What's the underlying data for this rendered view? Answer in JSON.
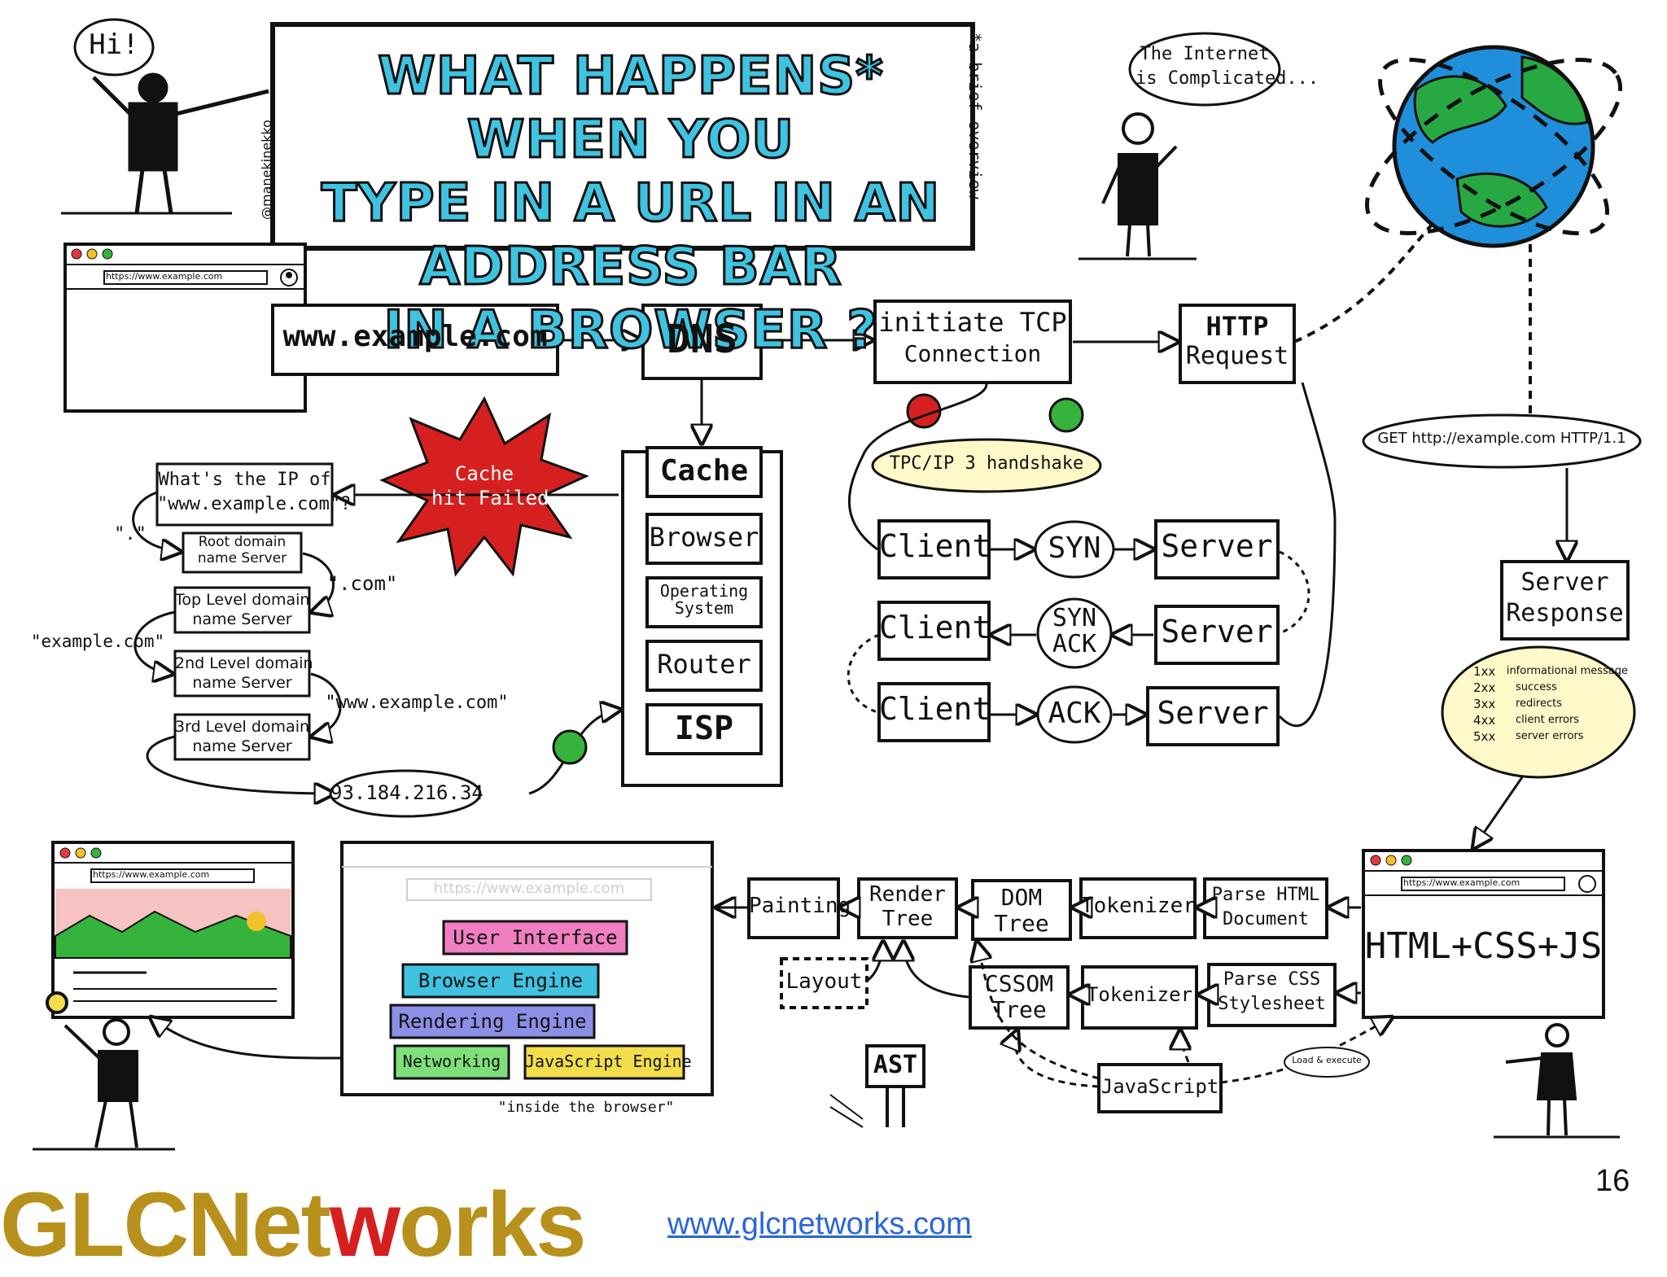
{
  "title": {
    "line1": "WHAT HAPPENS* WHEN YOU",
    "line2": "TYPE IN A URL IN AN ADDRESS BAR",
    "line3": "IN A BROWSER ?",
    "footnote": "*a brief overview",
    "handle": "@manekinekko"
  },
  "speech": {
    "hi": "Hi!",
    "internet_1": "The Internet",
    "internet_2": "is Complicated..."
  },
  "browser_url": "https://www.example.com",
  "flow": {
    "url_box": "www.example.com",
    "dns": "DNS",
    "tcp_1": "initiate TCP",
    "tcp_2": "Connection",
    "http_1": "HTTP",
    "http_2": "Request"
  },
  "cache_miss": {
    "burst_1": "Cache",
    "burst_2": "hit Failed"
  },
  "cache_stack": [
    "Cache",
    "Browser",
    "Operating System",
    "Router",
    "ISP"
  ],
  "resolution": {
    "question_1": "What's the IP of",
    "question_2": "\"www.example.com\"?",
    "dot": "\".\"",
    "root_1": "Root domain",
    "root_2": "name Server",
    "com": "\".com\"",
    "tld_1": "Top Level domain",
    "tld_2": "name Server",
    "example": "\"example.com\"",
    "second_1": "2nd Level domain",
    "second_2": "name Server",
    "www": "\"www.example.com\"",
    "third_1": "3rd Level domain",
    "third_2": "name Server",
    "ip": "93.184.216.34"
  },
  "handshake": {
    "label": "TPC/IP 3 handshake",
    "client": "Client",
    "server": "Server",
    "syn": "SYN",
    "syn_ack_1": "SYN",
    "syn_ack_2": "ACK",
    "ack": "ACK"
  },
  "get_request": "GET http://example.com HTTP/1.1",
  "response": {
    "title_1": "Server",
    "title_2": "Response",
    "codes": [
      {
        "code": "1xx",
        "meaning": "informational message"
      },
      {
        "code": "2xx",
        "meaning": "success"
      },
      {
        "code": "3xx",
        "meaning": "redirects"
      },
      {
        "code": "4xx",
        "meaning": "client errors"
      },
      {
        "code": "5xx",
        "meaning": "server errors"
      }
    ]
  },
  "rendering": {
    "painting": "Painting",
    "render_tree_1": "Render",
    "render_tree_2": "Tree",
    "dom_tree_1": "DOM",
    "dom_tree_2": "Tree",
    "tokenizer_html": "Tokenizer",
    "parse_html_1": "Parse HTML",
    "parse_html_2": "Document",
    "layout": "Layout",
    "cssom_1": "CSSOM",
    "cssom_2": "Tree",
    "tokenizer_css": "Tokenizer",
    "parse_css_1": "Parse CSS",
    "parse_css_2": "Stylesheet",
    "javascript": "JavaScript",
    "load_execute": "Load & execute",
    "ast": "AST",
    "html_css_js": "HTML+CSS+JS"
  },
  "browser_internals": {
    "ui": "User Interface",
    "browser_engine": "Browser Engine",
    "rendering_engine": "Rendering Engine",
    "networking": "Networking",
    "js_engine": "JavaScript Engine",
    "caption": "\"inside the browser\""
  },
  "footer": {
    "logo_pre": "GLCNet",
    "logo_w": "w",
    "logo_post": "orks",
    "link": "www.glcnetworks.com",
    "page": "16"
  },
  "colors": {
    "title": "#3fc3e0",
    "accent_blue": "#7f86e0",
    "accent_yellow": "#f2dd4b",
    "accent_green": "#7fe07a",
    "accent_pink": "#ef7fc0",
    "burst": "#d62020",
    "logo": "#b8901c",
    "link": "#2a66d9",
    "globe_land": "#27a843",
    "globe_water": "#1f8fdc"
  }
}
